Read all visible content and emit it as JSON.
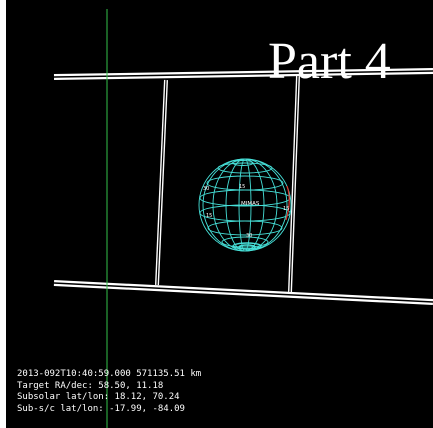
{
  "panel": {
    "title": "Part 4"
  },
  "target": {
    "name": "MIMAS",
    "grid_labels": [
      "30",
      "15",
      "15",
      "15",
      "30"
    ]
  },
  "info": {
    "line1": "2013-092T10:40:59.000  571135.51 km",
    "line2": "Target RA/dec: 58.50, 11.18",
    "line3": "Subsolar lat/lon: 18.12, 70.24",
    "line4": "Sub-s/c lat/lon: -17.99, -84.09"
  },
  "colors": {
    "background": "#000000",
    "frame": "#ffffff",
    "grid": "#46e0d8",
    "reference_line": "#33c24a",
    "terminator": "#e03a2f"
  }
}
